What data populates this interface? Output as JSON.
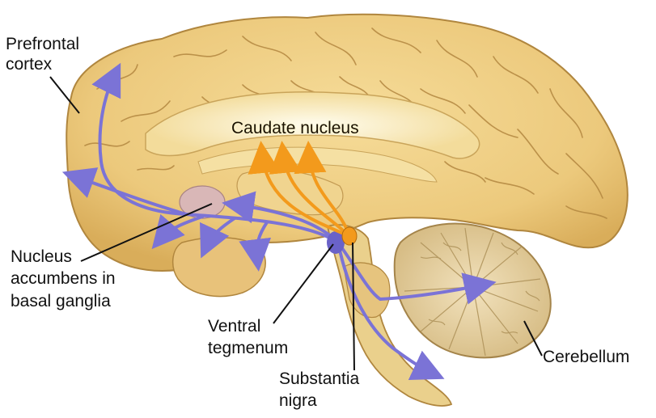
{
  "labels": {
    "prefrontal_line1": "Prefrontal",
    "prefrontal_line2": "cortex",
    "caudate": "Caudate nucleus",
    "accumbens_line1": "Nucleus",
    "accumbens_line2": "accumbens in",
    "accumbens_line3": "basal ganglia",
    "ventral_line1": "Ventral",
    "ventral_line2": "tegmenum",
    "substantia_line1": "Substantia",
    "substantia_line2": "nigra",
    "cerebellum": "Cerebellum"
  },
  "colors": {
    "brain": "#efcf86",
    "brain_shade": "#d8ae5c",
    "outline": "#b0863e",
    "mesolimbic_pathway": "#7b73d6",
    "nigrostriatal_pathway": "#f39a1c",
    "nucleus_accumbens": "#d9b7b7",
    "label_text": "#111111"
  },
  "icons": {
    "mesolimbic_arrows": "arrow-icon",
    "nigrostriatal_arrows": "arrow-icon"
  }
}
